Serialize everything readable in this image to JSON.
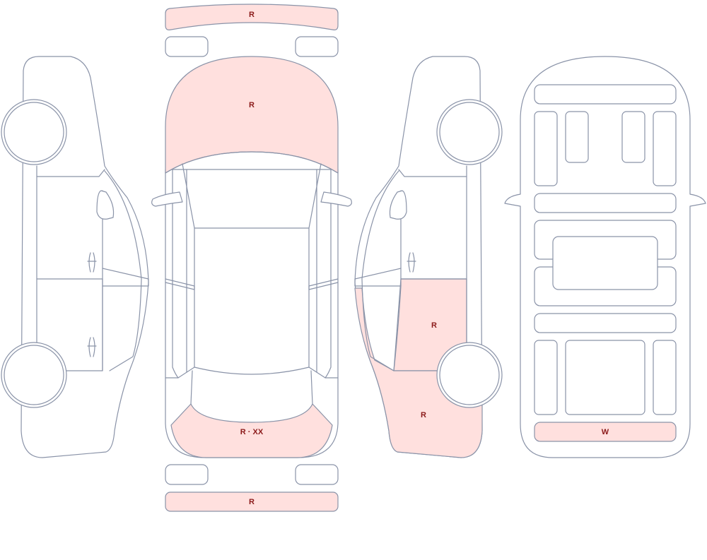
{
  "colors": {
    "damage_fill": "#ffe0de",
    "outline": "#8a93a8",
    "label": "#8b1a1a"
  },
  "labels": {
    "front_bumper": "R",
    "hood": "R",
    "trunk": "R · XX",
    "rear_bumper": "R",
    "rear_door_right": "R",
    "rear_quarter_right": "R",
    "underbody_rear": "W"
  }
}
